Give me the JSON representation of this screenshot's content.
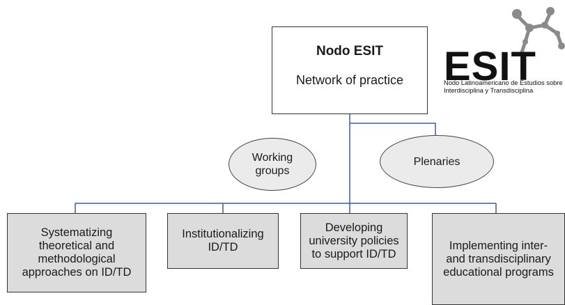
{
  "root": {
    "title": "Nodo ESIT",
    "subtitle": "Network of practice"
  },
  "modes": [
    {
      "label": "Working\ngroups"
    },
    {
      "label": "Plenaries"
    }
  ],
  "activities": [
    {
      "label": "Systematizing\ntheoretical and\nmethodological\napproaches on ID/TD"
    },
    {
      "label": "Institutionalizing\nID/TD"
    },
    {
      "label": "Developing\nuniversity policies\nto support ID/TD"
    },
    {
      "label": "Implementing inter-\nand transdisciplinary\neducational programs"
    }
  ],
  "logo": {
    "word": "ESIT",
    "caption": "Nodo Latinoamericano de Estudios sobre\nInterdisciplina y Transdisciplina"
  },
  "colors": {
    "line": "#3a5aa0",
    "leaf_fill": "#dcdcdc",
    "ellipse_fill": "#ebebeb",
    "logo_mark": "#8a8a8a"
  }
}
